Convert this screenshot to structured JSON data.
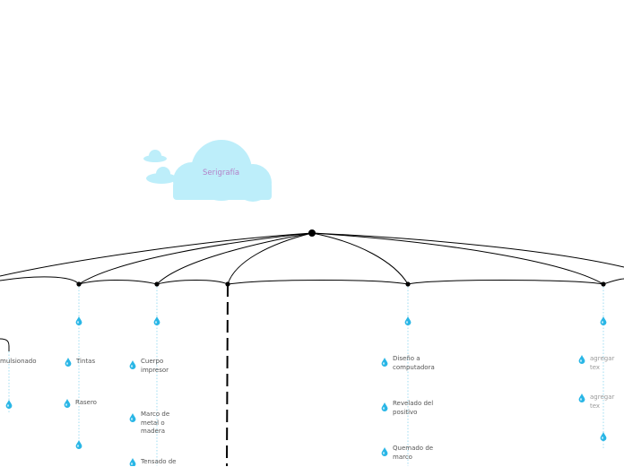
{
  "title": "Serigrafía",
  "colors": {
    "cloud": "#bdeefa",
    "cloud_title": "#b482c8",
    "connector": "#000000",
    "dotted": "#9fdcf2",
    "drop": "#29b6e6",
    "text": "#555555",
    "placeholder_text": "#9a9a9a"
  },
  "icons": {
    "node": "water-drop-icon",
    "title": "cloud-icon"
  },
  "branches": [
    {
      "id": "b0",
      "items": [
        "mulsionado",
        ""
      ]
    },
    {
      "id": "b1",
      "items": [
        "",
        "Tintas",
        "Rasero",
        ""
      ]
    },
    {
      "id": "b2",
      "items": [
        "",
        "Cuerpo\nimpresor",
        "Marco de\nmetal o\nmadera",
        "Tensado de"
      ]
    },
    {
      "id": "b3",
      "items": []
    },
    {
      "id": "b4",
      "items": [
        "",
        "Diseño a\ncomputadora",
        "Revelado del\npositivo",
        "Quemado de\nmarco"
      ]
    },
    {
      "id": "b5",
      "items": [
        "",
        "agregar tex",
        "agregar tex",
        ""
      ]
    }
  ]
}
